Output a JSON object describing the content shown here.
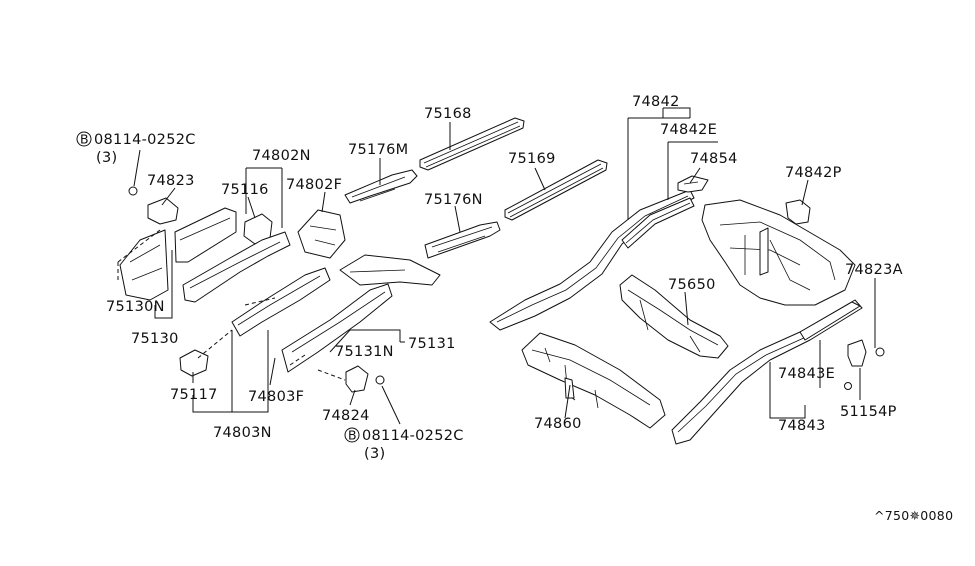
{
  "callouts": {
    "p75168": "75168",
    "p74842": "74842",
    "p74842e": "74842E",
    "p74854": "74854",
    "p74842p": "74842P",
    "p75169": "75169",
    "p75176m": "75176M",
    "p75176n": "75176N",
    "p74802n": "74802N",
    "p74802f": "74802F",
    "p75116": "75116",
    "p74823": "74823",
    "p75130n": "75130N",
    "p75130": "75130",
    "p75117": "75117",
    "p74803n": "74803N",
    "p74803f": "74803F",
    "p74824": "74824",
    "p75131n": "75131N",
    "p75131": "75131",
    "p75650": "75650",
    "p74823a": "74823A",
    "p74843e": "74843E",
    "p74843": "74843",
    "p51154p": "51154P",
    "p74860": "74860"
  },
  "bolts": {
    "top": {
      "marker": "B",
      "code": "08114-0252C",
      "qty": "(3)"
    },
    "bottom": {
      "marker": "B",
      "code": "08114-0252C",
      "qty": "(3)"
    }
  },
  "footer": {
    "diagram_code": "^750✵0080"
  }
}
